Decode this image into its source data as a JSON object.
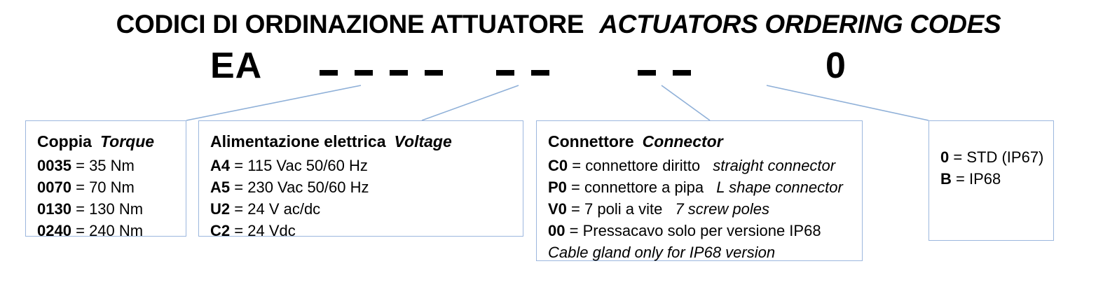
{
  "title": {
    "italian": "CODICI DI ORDINAZIONE ATTUATORE",
    "english": "ACTUATORS ORDERING CODES"
  },
  "code_line": {
    "prefix": "EA",
    "suffix": "0",
    "dash_groups": [
      4,
      2,
      2
    ]
  },
  "colors": {
    "box_border": "#9cb7de",
    "leader_line": "#8fb0d8",
    "text": "#000000",
    "background": "#ffffff"
  },
  "boxes": [
    {
      "id": "torque",
      "title_it": "Coppia",
      "title_en": "Torque",
      "rows": [
        {
          "code": "0035",
          "eq": "=",
          "desc": "35 Nm",
          "en": ""
        },
        {
          "code": "0070",
          "eq": "=",
          "desc": "70 Nm",
          "en": ""
        },
        {
          "code": "0130",
          "eq": "=",
          "desc": "130 Nm",
          "en": ""
        },
        {
          "code": "0240",
          "eq": "=",
          "desc": "240 Nm",
          "en": ""
        }
      ]
    },
    {
      "id": "voltage",
      "title_it": "Alimentazione elettrica",
      "title_en": "Voltage",
      "rows": [
        {
          "code": "A4",
          "eq": "=",
          "desc": "115 Vac 50/60 Hz",
          "en": ""
        },
        {
          "code": "A5",
          "eq": "=",
          "desc": "230 Vac 50/60 Hz",
          "en": ""
        },
        {
          "code": "U2",
          "eq": "=",
          "desc": "24 V ac/dc",
          "en": ""
        },
        {
          "code": "C2",
          "eq": "=",
          "desc": "24 Vdc",
          "en": ""
        }
      ]
    },
    {
      "id": "connector",
      "title_it": "Connettore",
      "title_en": "Connector",
      "rows": [
        {
          "code": "C0",
          "eq": "=",
          "desc": "connettore diritto",
          "en": "straight connector"
        },
        {
          "code": "P0",
          "eq": "=",
          "desc": "connettore a pipa",
          "en": "L shape connector"
        },
        {
          "code": "V0",
          "eq": "=",
          "desc": "7 poli a vite",
          "en": "7 screw poles"
        },
        {
          "code": "00",
          "eq": "=",
          "desc": "Pressacavo solo per versione IP68",
          "en": ""
        }
      ],
      "footnote_en": "Cable gland only for IP68 version"
    },
    {
      "id": "ip",
      "title_it": "",
      "title_en": "",
      "rows": [
        {
          "code": "0",
          "eq": "=",
          "desc": "STD (IP67)",
          "en": ""
        },
        {
          "code": "B",
          "eq": "=",
          "desc": "IP68",
          "en": ""
        }
      ]
    }
  ]
}
